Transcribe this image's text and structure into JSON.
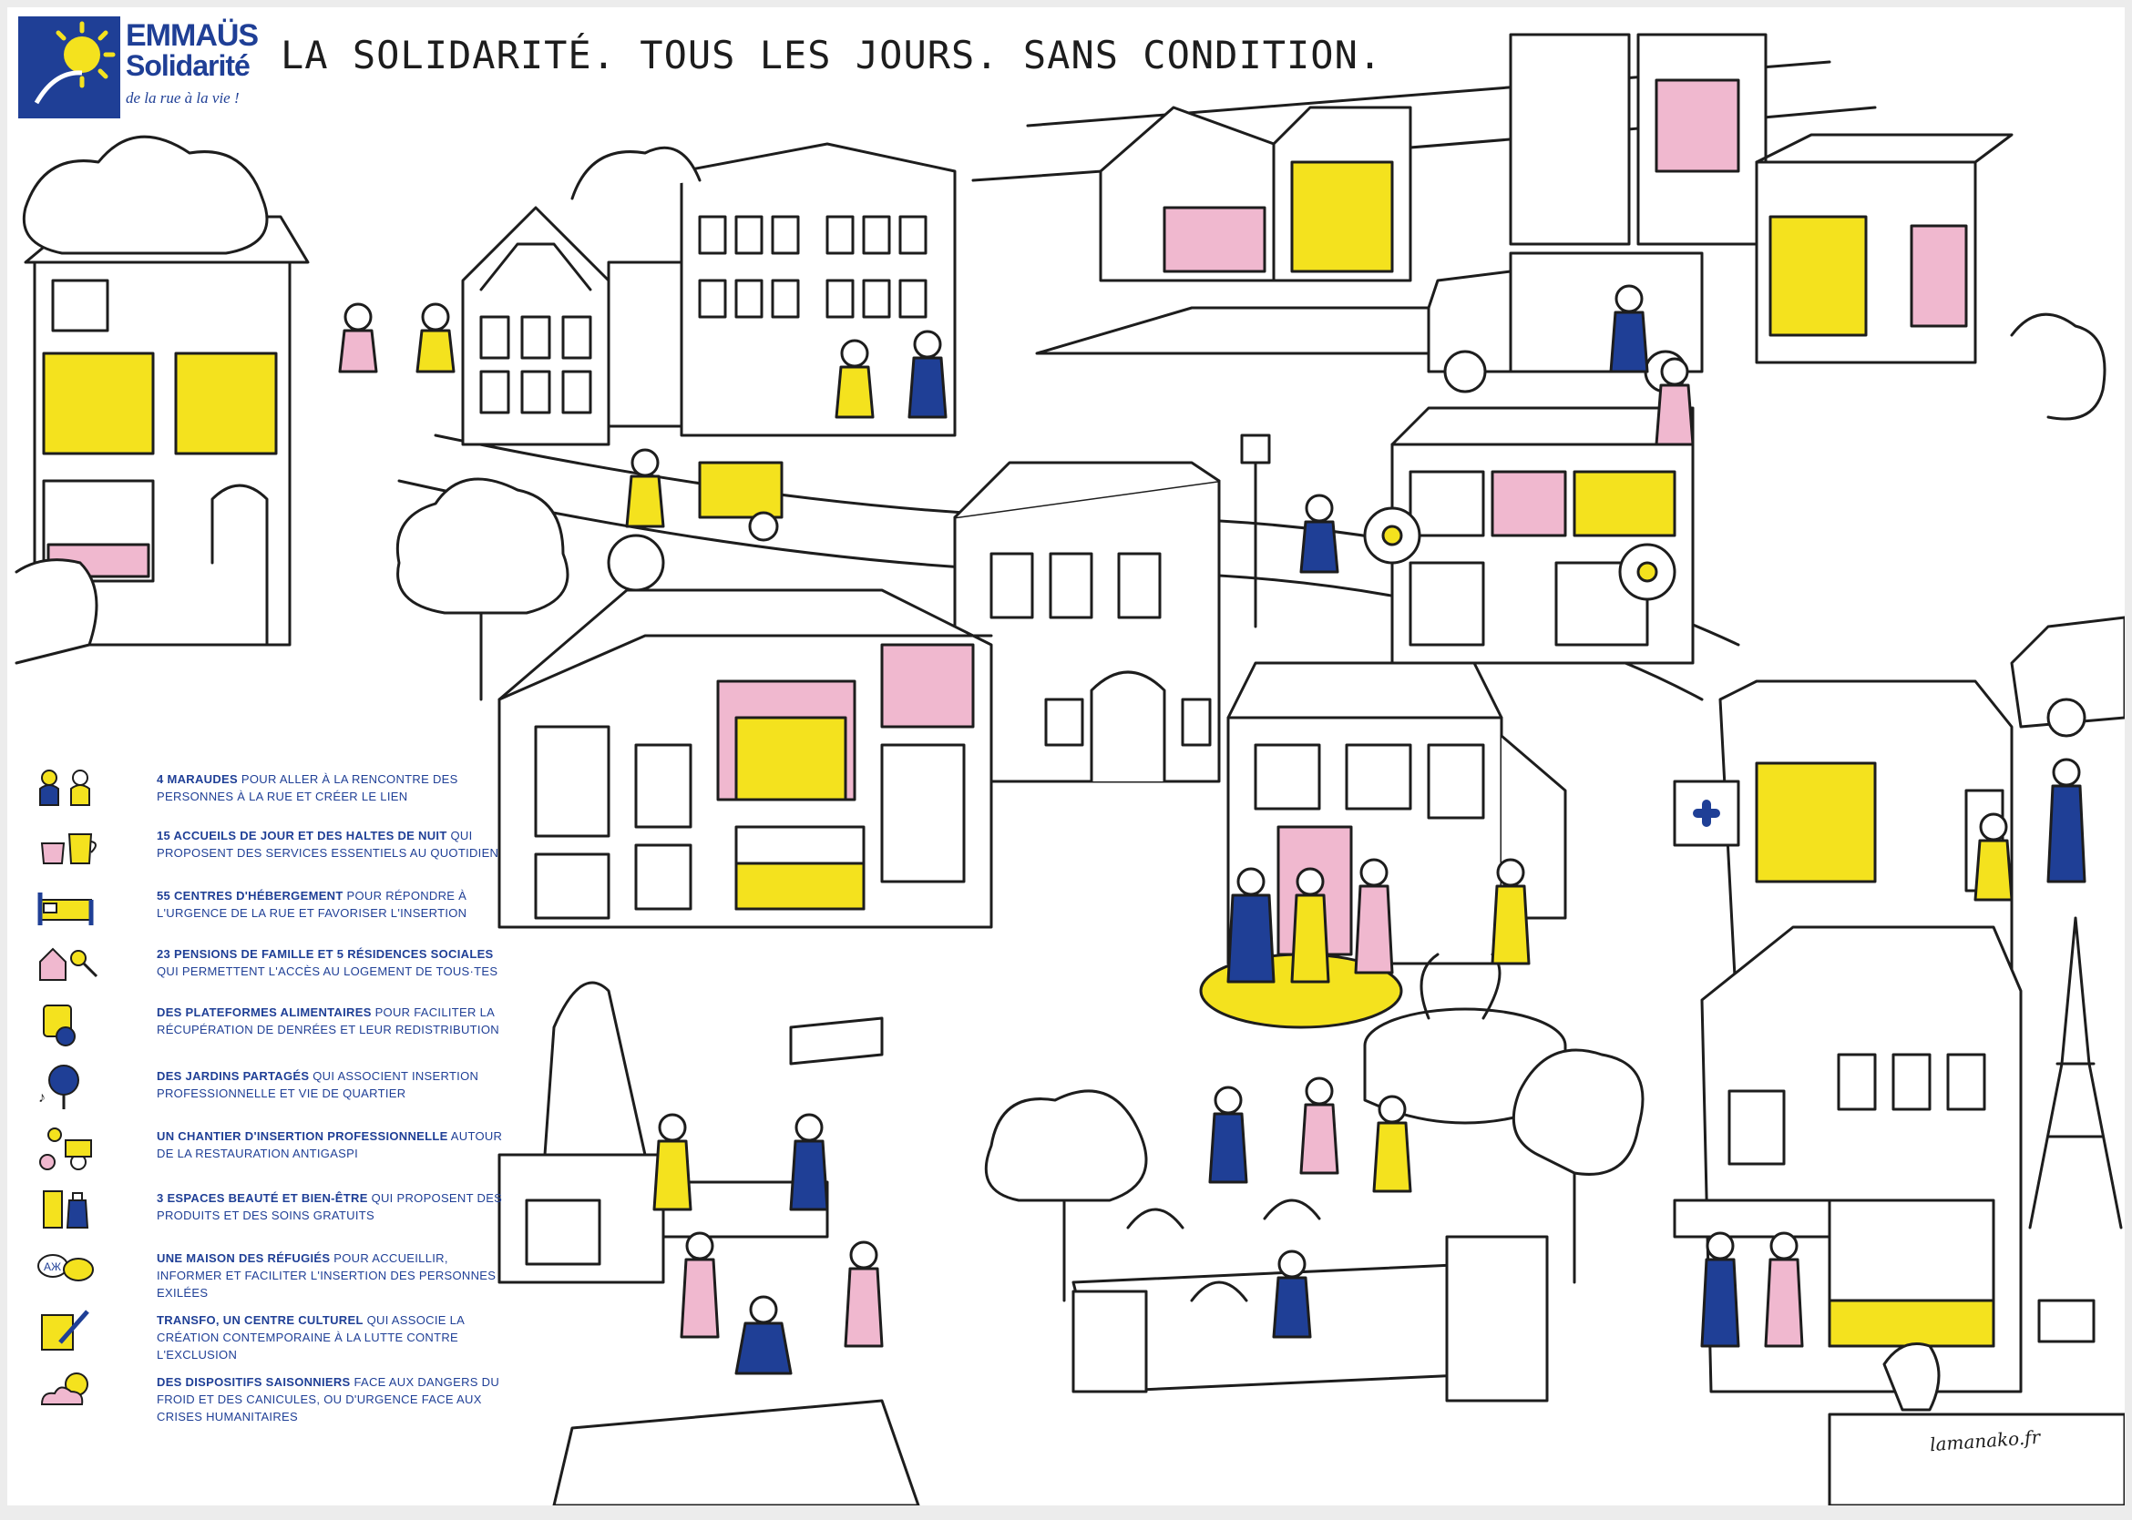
{
  "logo": {
    "line1": "EMMAÜS",
    "line2": "Solidarité",
    "tagline": "de la rue à la vie !"
  },
  "headline": "LA SOLIDARITÉ. TOUS LES JOURS. SANS CONDITION.",
  "legend": [
    {
      "icon": "maraude-people-icon",
      "bold": "4 MARAUDES",
      "text": " POUR ALLER À LA RENCONTRE DES PERSONNES À LA RUE ET CRÉER LE LIEN"
    },
    {
      "icon": "coffee-cup-icon",
      "bold": "15 ACCUEILS DE JOUR ET DES HALTES DE NUIT",
      "text": " QUI PROPOSENT DES SERVICES ESSENTIELS AU QUOTIDIEN"
    },
    {
      "icon": "bed-icon",
      "bold": "55 CENTRES D'HÉBERGEMENT",
      "text": " POUR RÉPONDRE À L'URGENCE DE LA RUE ET FAVORISER L'INSERTION"
    },
    {
      "icon": "house-key-icon",
      "bold": "23 PENSIONS DE FAMILLE ET 5 RÉSIDENCES SOCIALES",
      "text": " QUI PERMETTENT L'ACCÈS AU LOGEMENT DE TOUS·TES"
    },
    {
      "icon": "food-can-icon",
      "bold": "DES PLATEFORMES ALIMENTAIRES",
      "text": " POUR FACILITER LA RÉCUPÉRATION DE DENRÉES ET LEUR REDISTRIBUTION"
    },
    {
      "icon": "tree-music-icon",
      "bold": "DES JARDINS PARTAGÉS",
      "text": " QUI ASSOCIENT INSERTION PROFESSIONNELLE ET VIE DE QUARTIER"
    },
    {
      "icon": "delivery-bike-icon",
      "bold": "UN CHANTIER D'INSERTION PROFESSIONNELLE",
      "text": " AUTOUR DE LA RESTAURATION ANTIGASPI"
    },
    {
      "icon": "comb-bottle-icon",
      "bold": "3 ESPACES BEAUTÉ ET BIEN-ÊTRE",
      "text": " QUI PROPOSENT DES PRODUITS ET DES SOINS GRATUITS"
    },
    {
      "icon": "speech-bubbles-icon",
      "bold": "UNE MAISON DES RÉFUGIÉS",
      "text": " POUR ACCUEILLIR, INFORMER ET FACILITER L'INSERTION DES PERSONNES EXILÉES"
    },
    {
      "icon": "paint-book-icon",
      "bold": "TRANSFO, UN CENTRE CULTUREL",
      "text": " QUI ASSOCIE LA CRÉATION CONTEMPORAINE À LA LUTTE CONTRE L'EXCLUSION"
    },
    {
      "icon": "sun-cloud-icon",
      "bold": "DES DISPOSITIFS SAISONNIERS",
      "text": " FACE AUX DANGERS DU FROID ET DES CANICULES, OU D'URGENCE FACE AUX CRISES HUMANITAIRES"
    }
  ],
  "signature": "lamanako.fr",
  "colors": {
    "brand_blue": "#1f3f96",
    "yellow": "#f4e21e",
    "pink": "#f0b8cf",
    "ink": "#1d1d1d"
  }
}
